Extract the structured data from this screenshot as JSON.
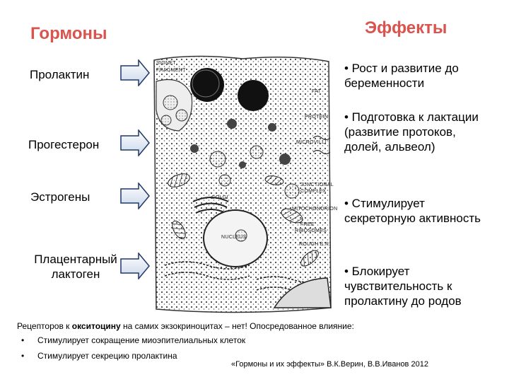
{
  "headings": {
    "hormones": "Гормоны",
    "effects": "Эффекты"
  },
  "hormones": [
    {
      "label": "Пролактин"
    },
    {
      "label": "Прогестерон"
    },
    {
      "label": "Эстрогены"
    },
    {
      "label": "Плацентарный\nлактоген"
    }
  ],
  "effects": [
    "• Рост и развитие до беременности",
    "• Подготовка к лактации (развитие протоков, долей, альвеол)",
    "• Стимулирует секреторную активность",
    "• Блокирует чувствительность к пролактину до родов"
  ],
  "cell_labels": {
    "signet": "SIGNET",
    "fragment": "FRAGMENT",
    "fat": "FAT",
    "protein": "PROTEIN",
    "microvilli": "MICROVILLI",
    "junctional": "JUNCTIONAL",
    "complex": "COMPLEX",
    "golgi": "GOLGI",
    "mitochondrion": "MITOCHONDRION",
    "free": "FREE",
    "ribosomes": "RIBOSOMES",
    "nucleus": "NUCLEUS",
    "rough_er": "ROUGH E.R."
  },
  "bottom": {
    "intro_prefix": "Рецепторов к ",
    "intro_bold": "окситоцину",
    "intro_suffix": " на самих экзокриноцитах – нет! Опосредованное влияние:",
    "bullets": [
      "Стимулирует сокращение миоэпителиальных клеток",
      "Стимулирует секрецию пролактина"
    ],
    "bullet_char": "•",
    "credit": "«Гормоны и их эффекты» В.К.Верин, В.В.Иванов 2012"
  },
  "colors": {
    "heading": "#d9534f",
    "arrow_fill_top": "#ffffff",
    "arrow_fill_bottom": "#c9d6ea",
    "arrow_stroke": "#1f3864"
  }
}
